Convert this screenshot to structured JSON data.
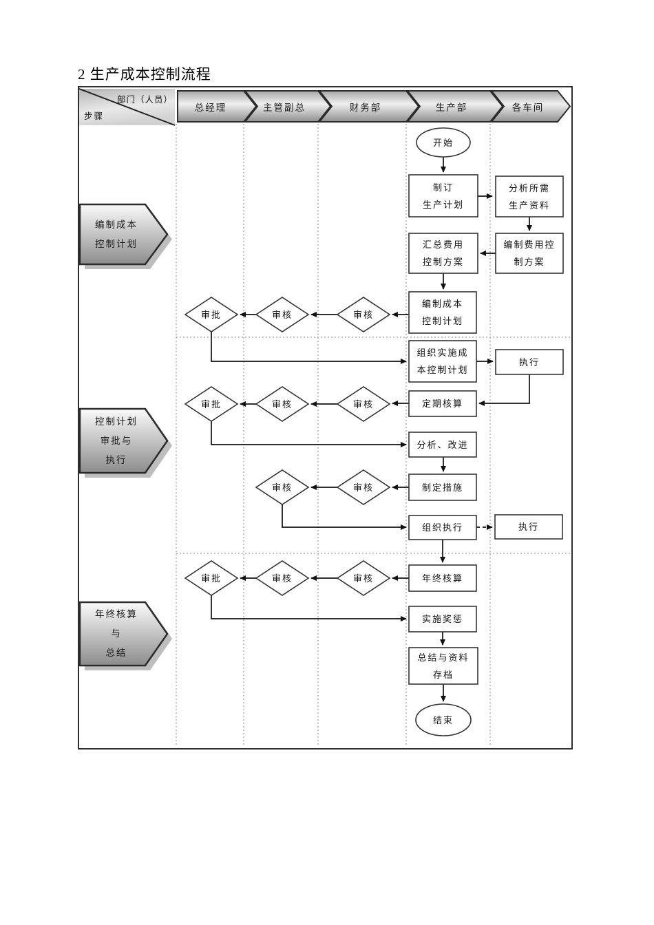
{
  "title": "2 生产成本控制流程",
  "header": {
    "corner": {
      "top": "部门（人员）",
      "bottom": "步骤"
    },
    "columns": [
      "总经理",
      "主管副总",
      "财务部",
      "生产部",
      "各车间"
    ]
  },
  "phases": [
    {
      "lines": [
        "编制成本",
        "控制计划"
      ]
    },
    {
      "lines": [
        "控制计划",
        "审批与",
        "执行"
      ]
    },
    {
      "lines": [
        "年终核算",
        "与",
        "总结"
      ]
    }
  ],
  "nodes": {
    "start": "开始",
    "end": "结束",
    "make_production_plan": [
      "制订",
      "生产计划"
    ],
    "analyze_materials": [
      "分析所需",
      "生产资料"
    ],
    "summarize_cost_plan": [
      "汇总费用",
      "控制方案"
    ],
    "prepare_expense_plan": [
      "编制费用控",
      "制方案"
    ],
    "prepare_cost_control_plan": [
      "编制成本",
      "控制计划"
    ],
    "organize_implementation": [
      "组织实施成",
      "本控制计划"
    ],
    "periodic_accounting": "定期核算",
    "analyze_improve": "分析、改进",
    "formulate_measures": "制定措施",
    "organize_execution": "组织执行",
    "year_end_accounting": "年终核算",
    "reward_punishment": "实施奖惩",
    "summary_archive": [
      "总结与资料",
      "存档"
    ]
  },
  "labels": {
    "review": "审核",
    "approve": "审批",
    "execute": "执行"
  },
  "colors": {
    "shape_border": "#333333",
    "connector": "#111111",
    "grid_dotted": "#8a8a8a",
    "gradient_light": "#f0f0f0",
    "gradient_dark": "#8f8f8f"
  }
}
